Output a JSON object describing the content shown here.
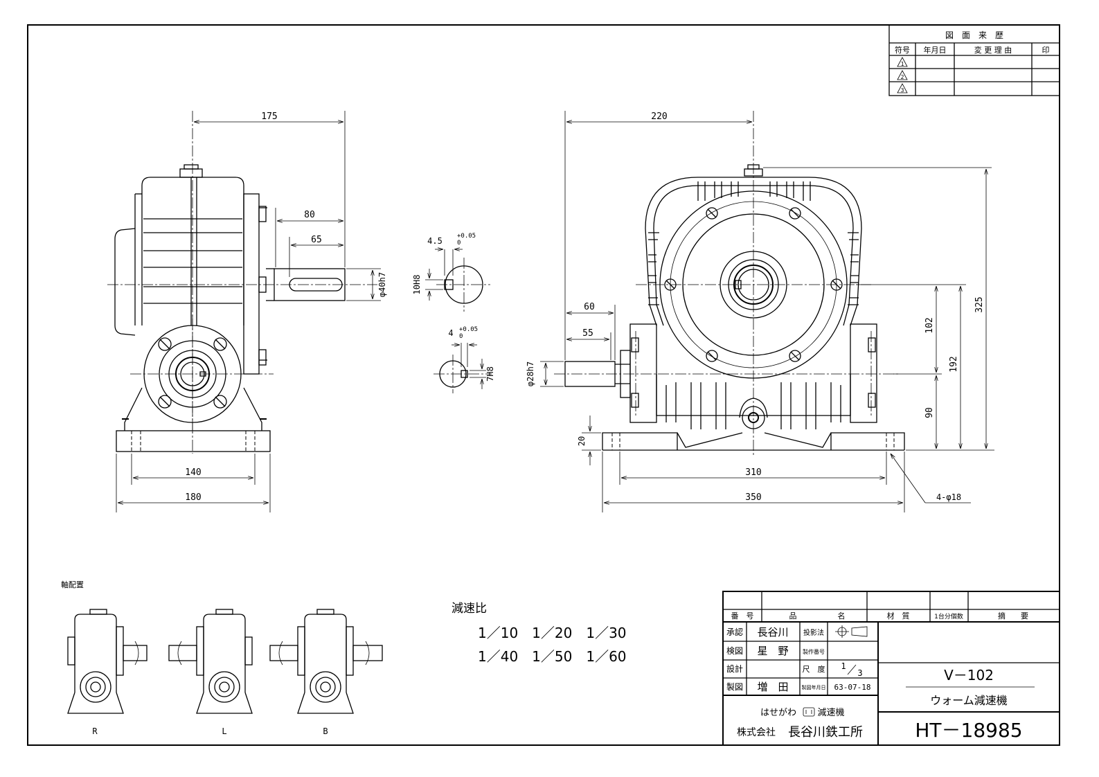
{
  "revision_table": {
    "title": "図　面　来　歴",
    "headers": [
      "符号",
      "年月日",
      "変 更 理 由",
      "印"
    ],
    "rows": [
      "1",
      "2",
      "3"
    ]
  },
  "dimensions": {
    "d175": "175",
    "d80": "80",
    "d65": "65",
    "d40h7": "φ40h7",
    "d140": "140",
    "d180": "180",
    "key_a_w": "4.5",
    "key_a_tol": "+0.05",
    "key_a_tol0": "0",
    "key_a_h": "10H8",
    "key_b_w": "4",
    "key_b_tol": "+0.05",
    "key_b_tol0": "0",
    "key_b_h": "7H8",
    "d220": "220",
    "d60": "60",
    "d55": "55",
    "d28h7": "φ28h7",
    "d20": "20",
    "d310": "310",
    "d350": "350",
    "d102": "102",
    "d192": "192",
    "d90": "90",
    "d325": "325",
    "holes": "4-φ18"
  },
  "shaft_arrangement": {
    "title": "軸配置",
    "labels": [
      "R",
      "L",
      "B"
    ]
  },
  "reduction_ratio": {
    "title": "減速比",
    "row1": "1／10　1／20　1／30",
    "row2": "1／40　1／50　1／60"
  },
  "title_block": {
    "col_no": "番　号",
    "col_name_a": "品",
    "col_name_b": "名",
    "col_material": "材　質",
    "col_qty": "1台分個数",
    "col_remarks": "摘　　要",
    "approved_label": "承認",
    "approved_by": "長谷川",
    "projection_label": "投影法",
    "checked_label": "検図",
    "checked_by": "星　野",
    "part_no_label": "製作番号",
    "design_label": "設計",
    "scale_label": "尺　度",
    "scale_num": "1",
    "scale_den": "3",
    "drawn_label": "製図",
    "drawn_by": "増　田",
    "date_label": "製図年月日",
    "date": "63-07-18",
    "model": "V－102",
    "product": "ウォーム減速機",
    "brand": "はせがわ",
    "brand2": "減速機",
    "company_prefix": "株式会社",
    "company": "長谷川鉄工所",
    "drawing_no": "HT－18985"
  }
}
